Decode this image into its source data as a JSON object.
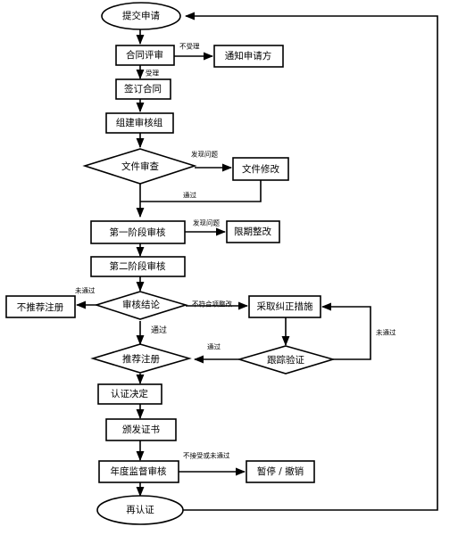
{
  "nodes": {
    "submit": "提交申请",
    "contract_review": "合同评审",
    "notify": "通知申请方",
    "sign_contract": "签订合同",
    "form_team": "组建审核组",
    "doc_review": "文件审查",
    "doc_modify": "文件修改",
    "stage1": "第一阶段审核",
    "rectify": "限期整改",
    "stage2": "第二阶段审核",
    "audit_conclusion": "审核结论",
    "not_recommend": "不推荐注册",
    "corrective": "采取纠正措施",
    "recommend": "推荐注册",
    "verify": "跟踪验证",
    "cert_decision": "认证决定",
    "issue_cert": "颁发证书",
    "annual_audit": "年度监督审核",
    "suspend": "暂停 / 撤销",
    "recert": "再认证"
  },
  "edge_labels": {
    "not_accepted": "不受理",
    "accepted": "受理",
    "problem_found_1": "发现问题",
    "passed_1": "通过",
    "problem_found_2": "发现问题",
    "not_passed_left": "未通过",
    "nonconforming": "不符合项整改",
    "passed_2": "通过",
    "passed_3": "通过",
    "not_passed_right": "未通过",
    "not_accepted_or_failed": "不接受或未通过"
  },
  "colors": {
    "line": "#000000",
    "background": "#ffffff"
  }
}
